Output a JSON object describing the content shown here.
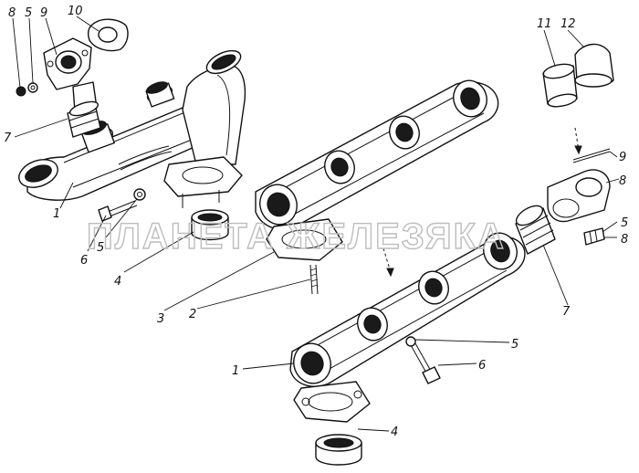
{
  "watermark": "ПЛАНЕТА ЖЕЛЕЗЯКА",
  "callouts": {
    "upper_left": [
      "8",
      "5",
      "9",
      "10",
      "7",
      "1",
      "6",
      "5",
      "4"
    ],
    "center": [
      "3",
      "2"
    ],
    "upper_right": [
      "11",
      "12",
      "9",
      "8",
      "5",
      "8",
      "7"
    ],
    "lower": [
      "5",
      "6",
      "1",
      "4"
    ]
  }
}
